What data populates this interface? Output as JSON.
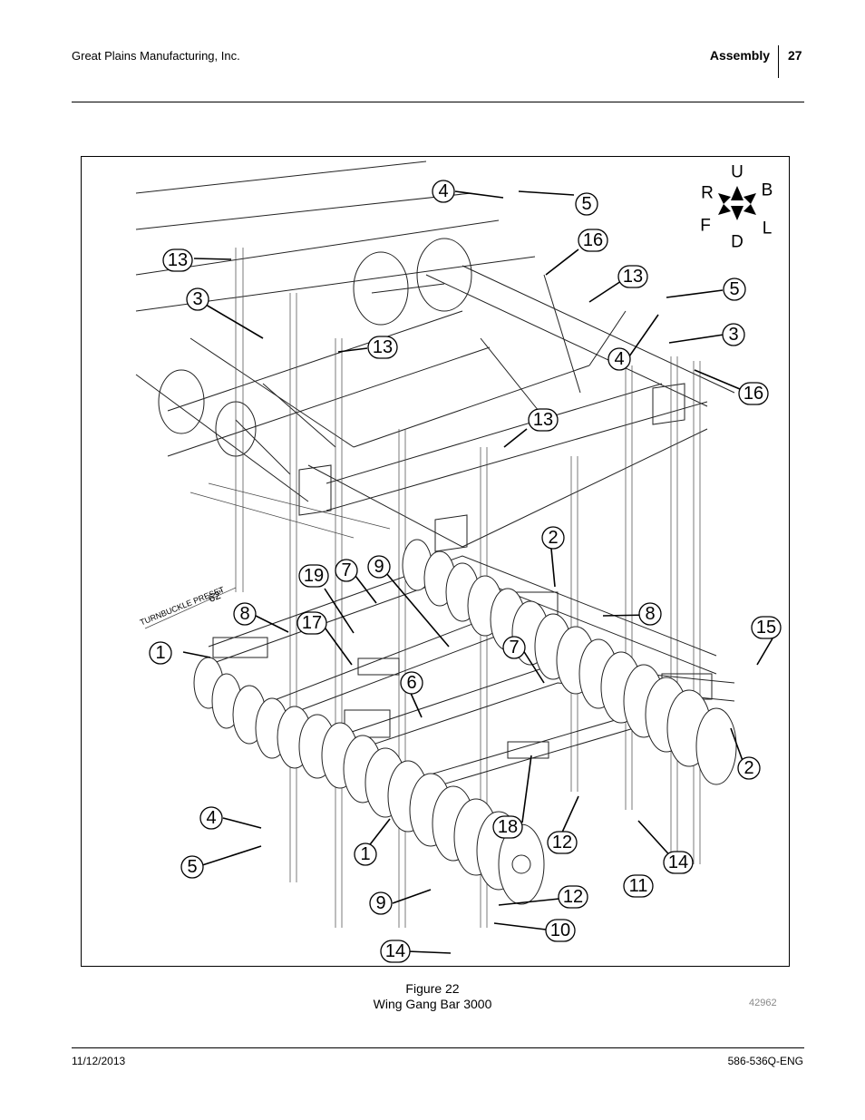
{
  "header": {
    "company": "Great Plains Manufacturing, Inc.",
    "section": "Assembly",
    "page_number": "27"
  },
  "figure": {
    "turnbuckle_label": "TURNBUCKLE PRESET",
    "turnbuckle_dimension": "62\"",
    "compass": {
      "up": "U",
      "rear": "R",
      "back": "B",
      "front": "F",
      "left": "L",
      "down": "D"
    },
    "callouts": [
      "4",
      "5",
      "16",
      "13",
      "3",
      "13",
      "5",
      "3",
      "4",
      "16",
      "13",
      "2",
      "19",
      "7",
      "9",
      "8",
      "17",
      "8",
      "15",
      "1",
      "6",
      "7",
      "2",
      "4",
      "18",
      "12",
      "14",
      "5",
      "1",
      "11",
      "9",
      "12",
      "10",
      "14"
    ],
    "caption_line1": "Figure 22",
    "caption_line2": "Wing Gang Bar 3000",
    "figure_id": "42962"
  },
  "footer": {
    "date": "11/12/2013",
    "doc_number": "586-536Q-ENG"
  }
}
